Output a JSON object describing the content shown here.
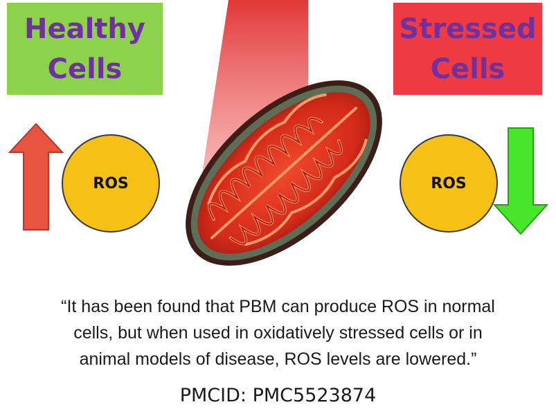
{
  "healthy_box": {
    "line1": "Healthy",
    "line2": "Cells"
  },
  "stressed_box": {
    "line1": "Stressed",
    "line2": "Cells"
  },
  "ros_left": {
    "label": "ROS",
    "arrow_direction": "up"
  },
  "ros_right": {
    "label": "ROS",
    "arrow_direction": "down"
  },
  "quote": {
    "line1": "“It has been found that PBM can produce ROS in normal",
    "line2": "cells, but when used in oxidatively stressed cells or in",
    "line3": "animal models of disease, ROS levels are lowered.”"
  },
  "citation": "PMCID: PMC5523874",
  "colors": {
    "healthy_bg": "#8dd24d",
    "stressed_bg": "#ee3a42",
    "label_text": "#7030a0",
    "ros_circle": "#f5c117",
    "up_arrow": "#e8543f",
    "down_arrow": "#47e62a",
    "mitochondrion": "#d9301e"
  },
  "icons": [
    "up-arrow-icon",
    "down-arrow-icon",
    "mitochondrion-illustration",
    "light-beam"
  ]
}
